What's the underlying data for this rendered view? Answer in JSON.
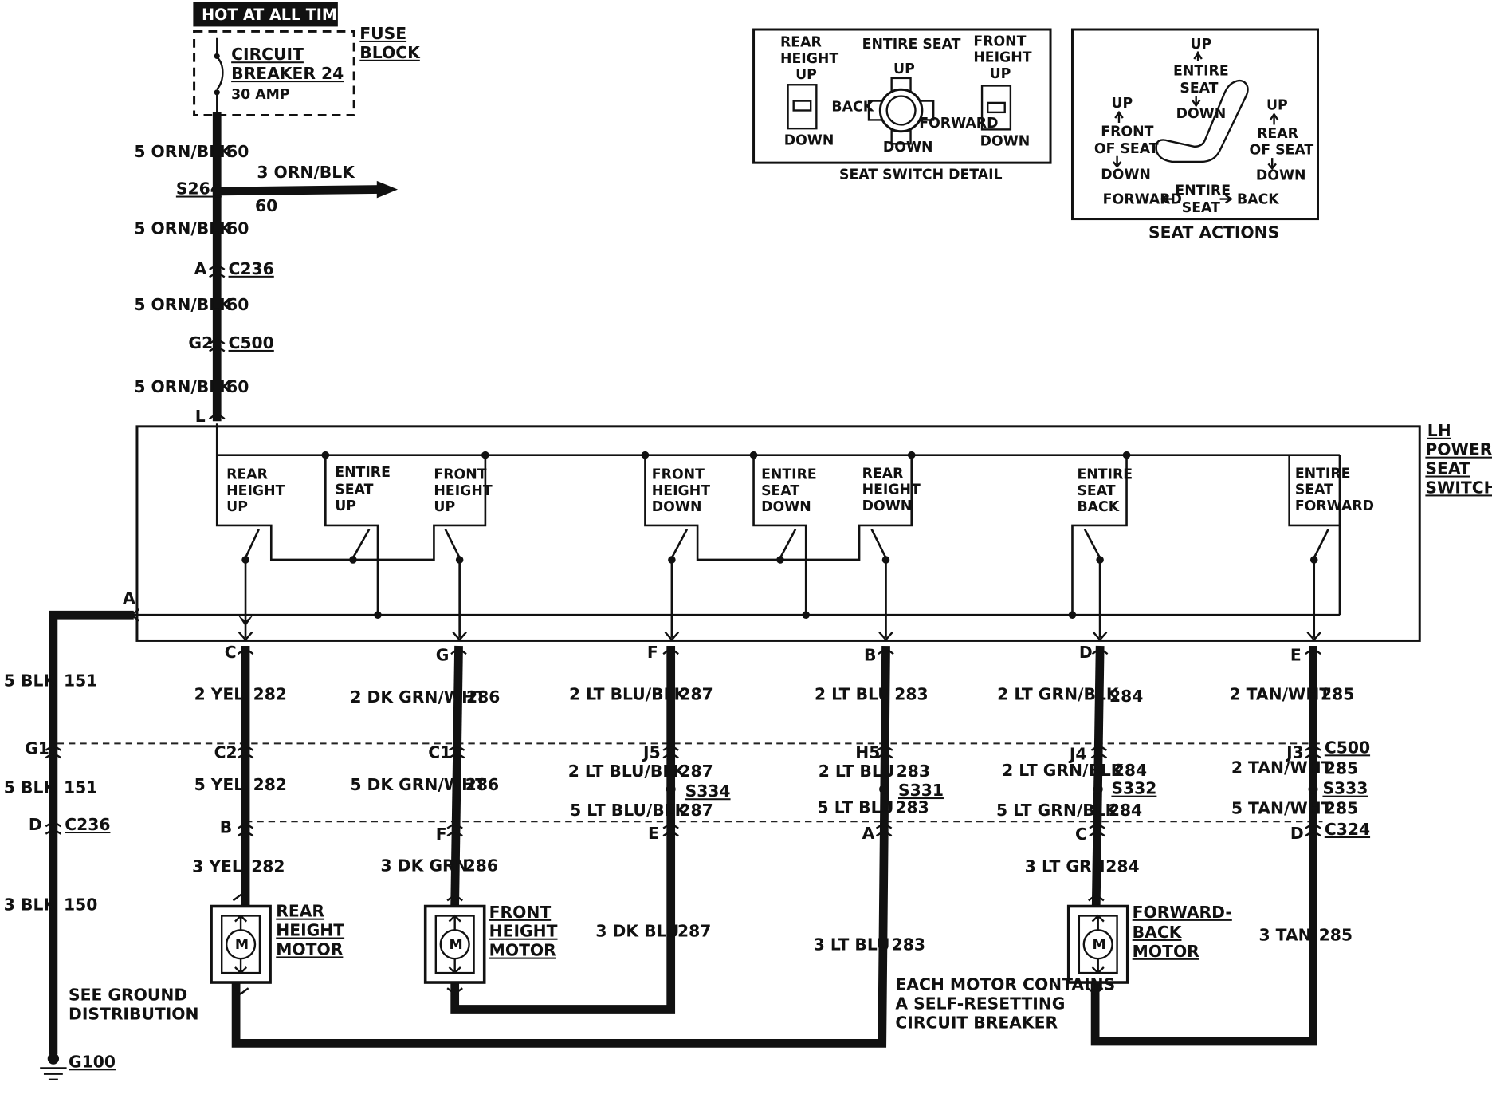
{
  "colors": {
    "ink": "#111111",
    "paper": "#ffffff"
  },
  "header": {
    "hot_label": "HOT AT ALL TIMES",
    "fuse_block": [
      "FUSE",
      "BLOCK"
    ],
    "breaker": [
      "CIRCUIT",
      "BREAKER 24"
    ],
    "breaker_rating": "30 AMP"
  },
  "feed": {
    "w1": "5 ORN/BLK",
    "c1": "60",
    "splice": "S264",
    "branch": "3 ORN/BLK",
    "branch_c": "60",
    "w2": "5 ORN/BLK",
    "c2": "60",
    "conn_a_pin": "A",
    "conn_a": "C236",
    "w3": "5 ORN/BLK",
    "c3": "60",
    "conn_b_pin": "G2",
    "conn_b": "C500",
    "w4": "5 ORN/BLK",
    "c4": "60",
    "pin_l": "L"
  },
  "switch_detail": {
    "rear_height": [
      "REAR",
      "HEIGHT",
      "UP"
    ],
    "entire_seat": "ENTIRE SEAT",
    "front_height": [
      "FRONT",
      "HEIGHT",
      "UP"
    ],
    "up": "UP",
    "back": "BACK",
    "forward": "FORWARD",
    "down": "DOWN",
    "caption": "SEAT SWITCH DETAIL"
  },
  "seat_actions": {
    "top": [
      "UP",
      "ENTIRE",
      "SEAT",
      "DOWN"
    ],
    "front": [
      "UP",
      "FRONT",
      "OF SEAT",
      "DOWN"
    ],
    "rear": [
      "UP",
      "REAR",
      "OF SEAT",
      "DOWN"
    ],
    "bottom": [
      "FORWARD",
      "ENTIRE",
      "SEAT",
      "BACK"
    ],
    "caption": "SEAT ACTIONS"
  },
  "switch_box": {
    "title": [
      "LH",
      "POWER",
      "SEAT",
      "SWITCHES"
    ],
    "pin_a": "A",
    "sw1": [
      "REAR",
      "HEIGHT",
      "UP"
    ],
    "sw2": [
      "ENTIRE",
      "SEAT",
      "UP"
    ],
    "sw3": [
      "FRONT",
      "HEIGHT",
      "UP"
    ],
    "sw4": [
      "FRONT",
      "HEIGHT",
      "DOWN"
    ],
    "sw5": [
      "ENTIRE",
      "SEAT",
      "DOWN"
    ],
    "sw6": [
      "REAR",
      "HEIGHT",
      "DOWN"
    ],
    "sw7": [
      "ENTIRE",
      "SEAT",
      "BACK"
    ],
    "sw8": [
      "ENTIRE",
      "SEAT",
      "FORWARD"
    ]
  },
  "ground": {
    "w1": "5 BLK",
    "c1": "151",
    "g1": "G1",
    "w2": "5 BLK",
    "c2": "151",
    "d": "D",
    "conn": "C236",
    "w3": "3 BLK",
    "c3": "150",
    "see": [
      "SEE GROUND",
      "DISTRIBUTION"
    ],
    "gnd": "G100"
  },
  "outputs": [
    {
      "top_pin": "C",
      "w1": "2 YEL",
      "c1": "282",
      "pin2": "C2",
      "w2": "5 YEL",
      "c2": "282",
      "pin3": "B",
      "w3": "3 YEL",
      "c3": "282"
    },
    {
      "top_pin": "G",
      "w1": "2 DK GRN/WHT",
      "c1": "286",
      "pin2": "C1",
      "w2": "5 DK GRN/WHT",
      "c2": "286",
      "pin3": "F",
      "w3": "3 DK GRN",
      "c3": "286"
    },
    {
      "top_pin": "F",
      "w1": "2 LT BLU/BLK",
      "c1": "287",
      "pin2": "J5",
      "w2": "2 LT BLU/BLK",
      "c2": "287",
      "splice": "S334",
      "w2b": "5 LT BLU/BLK",
      "c2b": "287",
      "pin3": "E",
      "w3": "3 DK BLU",
      "c3": "287"
    },
    {
      "top_pin": "B",
      "w1": "2 LT BLU",
      "c1": "283",
      "pin2": "H5",
      "w2": "2 LT BLU",
      "c2": "283",
      "splice": "S331",
      "w2b": "5 LT BLU",
      "c2b": "283",
      "pin3": "A",
      "w3": "3 LT BLU",
      "c3": "283"
    },
    {
      "top_pin": "D",
      "w1": "2 LT GRN/BLK",
      "c1": "284",
      "pin2": "J4",
      "w2": "2 LT GRN/BLK",
      "c2": "284",
      "splice": "S332",
      "w2b": "5 LT GRN/BLK",
      "c2b": "284",
      "pin3": "C",
      "w3": "3 LT GRN",
      "c3": "284"
    },
    {
      "top_pin": "E",
      "w1": "2 TAN/WHT",
      "c1": "285",
      "pin2": "J3",
      "conn2": "C500",
      "w2": "2 TAN/WHT",
      "c2": "285",
      "splice": "S333",
      "w2b": "5 TAN/WHT",
      "c2b": "285",
      "pin3": "D",
      "conn3": "C324",
      "w3": "3 TAN",
      "c3": "285"
    }
  ],
  "motors": {
    "rear": [
      "REAR",
      "HEIGHT",
      "MOTOR"
    ],
    "front": [
      "FRONT",
      "HEIGHT",
      "MOTOR"
    ],
    "fb": [
      "FORWARD-",
      "BACK",
      "MOTOR"
    ],
    "m": "M",
    "note": [
      "EACH MOTOR CONTAINS",
      "A SELF-RESETTING",
      "CIRCUIT BREAKER"
    ]
  }
}
